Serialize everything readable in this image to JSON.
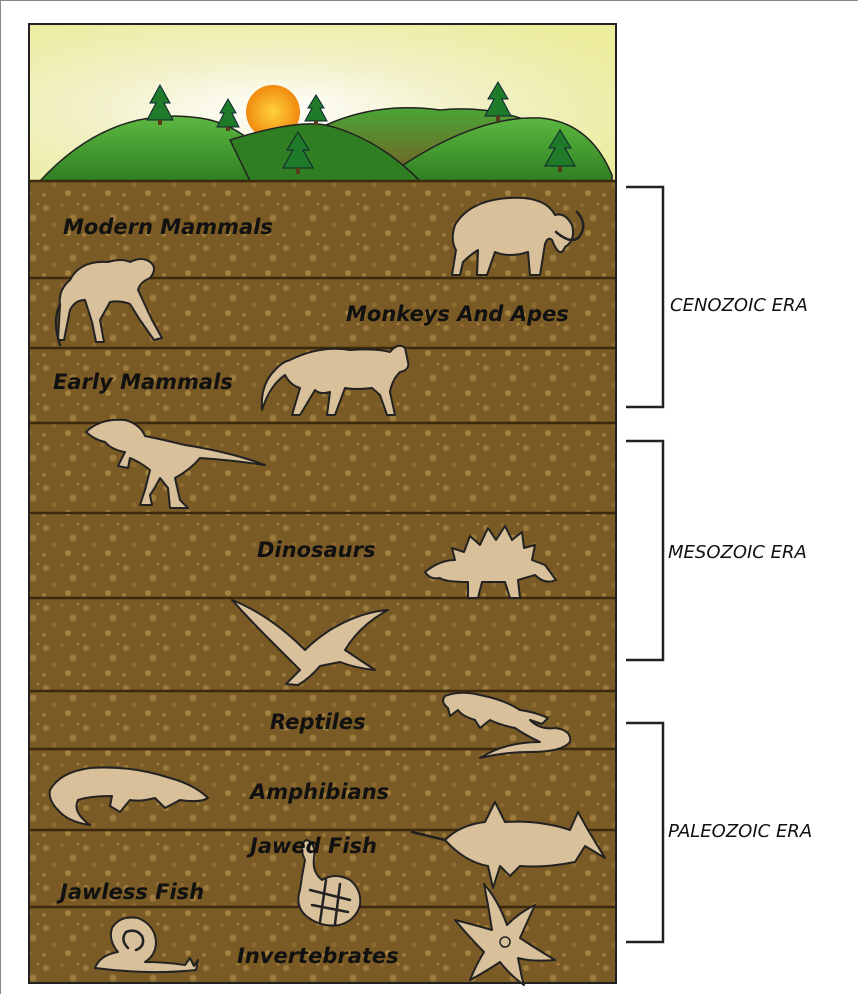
{
  "layers": {
    "modern_mammals": "Modern Mammals",
    "monkeys_apes": "Monkeys And Apes",
    "early_mammals": "Early Mammals",
    "dinosaurs": "Dinosaurs",
    "reptiles": "Reptiles",
    "amphibians": "Amphibians",
    "jawed_fish": "Jawed Fish",
    "jawless_fish": "Jawless Fish",
    "invertebrates": "Invertebrates"
  },
  "eras": {
    "cenozoic": "CENOZOIC ERA",
    "mesozoic": "MESOZOIC ERA",
    "paleozoic": "PALEOZOIC ERA"
  },
  "colors": {
    "soil": "#7a5a25",
    "soil_speckle": "#9c7a3c",
    "animal_fill": "#d7c09a",
    "sky": "#f2f1bf",
    "hill": "#3f9a2f",
    "sun": "#f0a020"
  }
}
